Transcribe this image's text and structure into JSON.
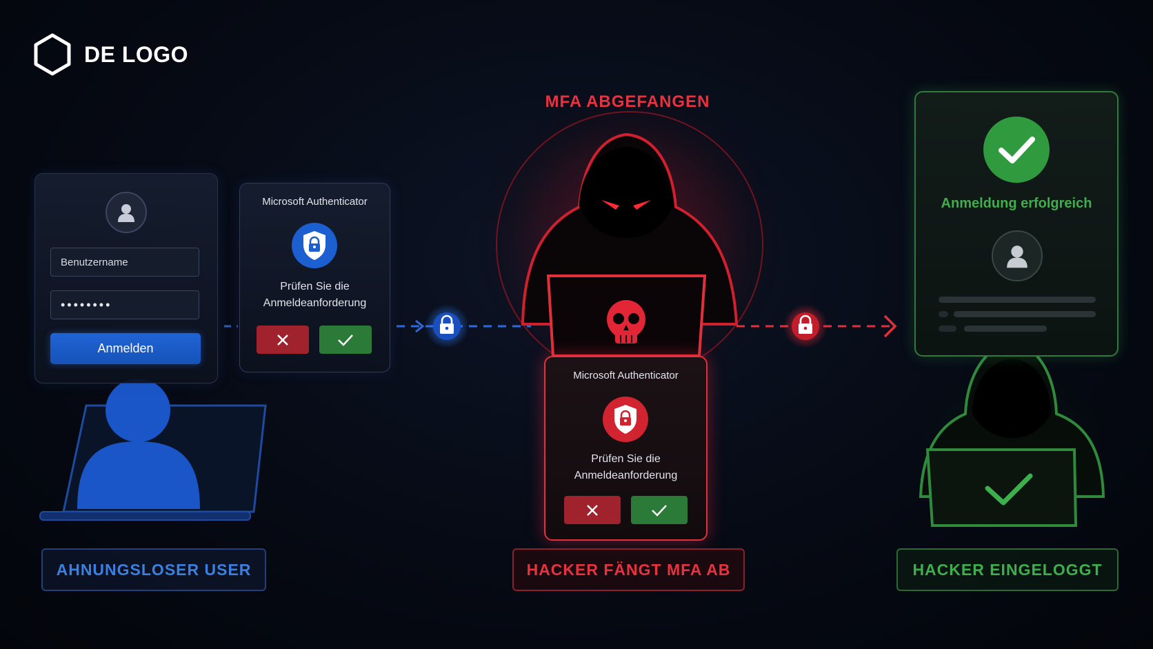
{
  "logo": {
    "text": "DE LOGO",
    "icon": "hexagon-icon"
  },
  "login": {
    "username_placeholder": "Benutzername",
    "password_mask": "••••••••",
    "button_label": "Anmelden"
  },
  "auth_blue": {
    "title": "Microsoft Authenticator",
    "line1": "Prüfen Sie die",
    "line2": "Anmeldeanforderung"
  },
  "mfa_intercept": {
    "title": "MFA ABGEFANGEN"
  },
  "auth_red": {
    "title": "Microsoft Authenticator",
    "line1": "Prüfen Sie die",
    "line2": "Anmeldeanforderung"
  },
  "success": {
    "title": "Anmeldung erfolgreich"
  },
  "labels": {
    "user": "AHNUNGSLOSER USER",
    "hacker": "HACKER FÄNGT MFA AB",
    "logged_in": "HACKER EINGELOGGT"
  },
  "colors": {
    "blue": "#1f64d6",
    "red": "#e6333f",
    "green": "#3fae4c",
    "background": "#060a14"
  }
}
